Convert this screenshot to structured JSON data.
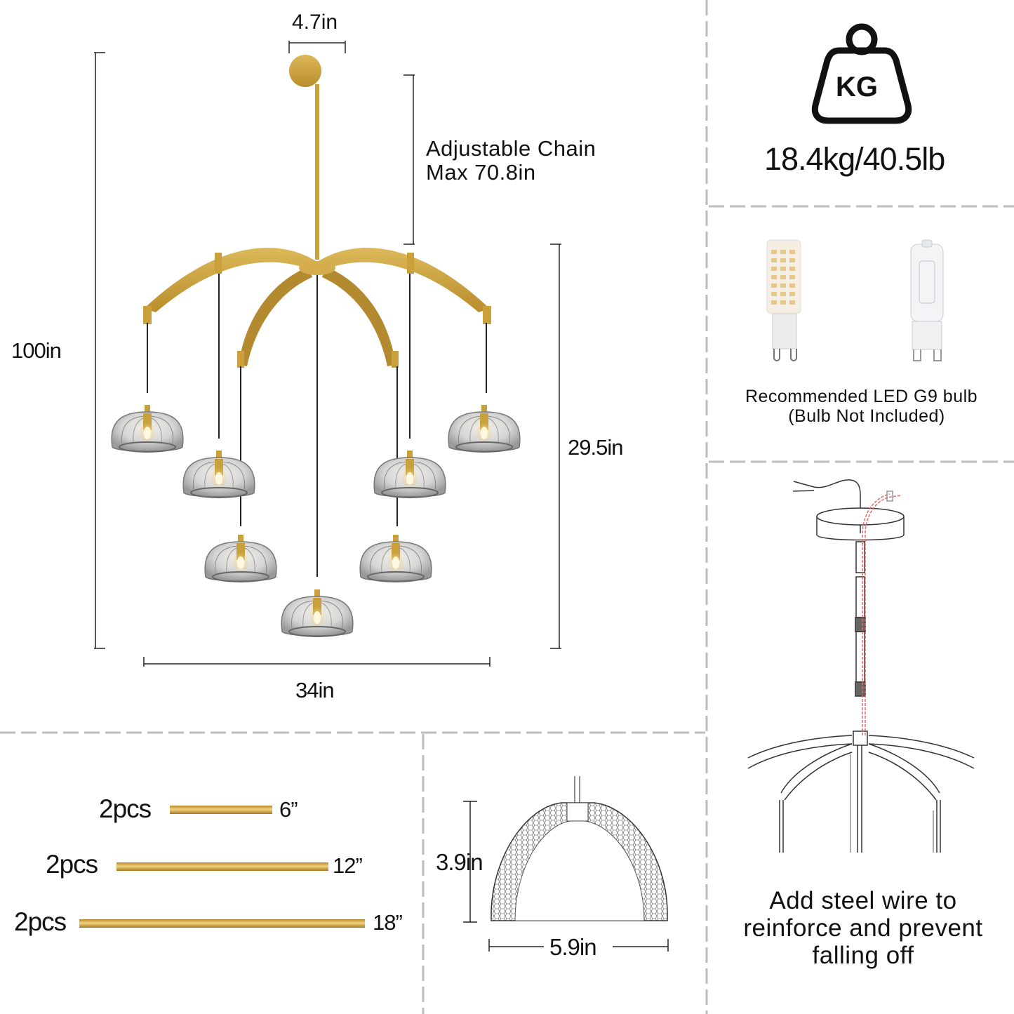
{
  "main_diagram": {
    "canopy_width": "4.7in",
    "chain_label_line1": "Adjustable Chain",
    "chain_label_line2": "Max 70.8in",
    "total_height": "100in",
    "body_height": "29.5in",
    "body_width": "34in",
    "pendant_count": 7
  },
  "weight_panel": {
    "icon_text": "KG",
    "weight": "18.4kg/40.5lb"
  },
  "bulb_panel": {
    "line1": "Recommended LED G9 bulb",
    "line2": "(Bulb Not Included)"
  },
  "rods_panel": {
    "rods": [
      {
        "qty": "2pcs",
        "length": "6”"
      },
      {
        "qty": "2pcs",
        "length": "12”"
      },
      {
        "qty": "2pcs",
        "length": "18”"
      }
    ]
  },
  "shade_panel": {
    "height": "3.9in",
    "width": "5.9in"
  },
  "wire_panel": {
    "line1": "Add steel wire to",
    "line2": "reinforce and prevent",
    "line3": "falling off"
  },
  "colors": {
    "gold": "#c9a03a",
    "divider": "#bdbdbd",
    "wire_red": "#e06a6a"
  }
}
